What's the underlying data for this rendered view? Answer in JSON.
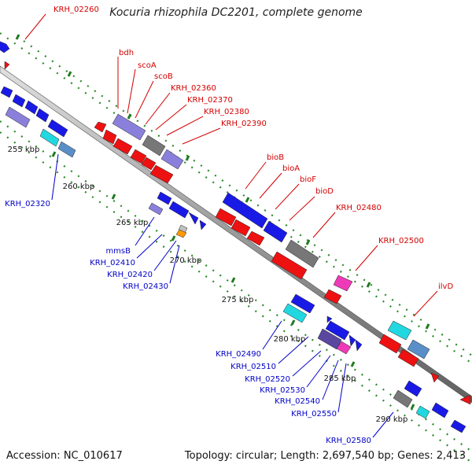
{
  "title": "Kocuria rhizophila DC2201, complete genome",
  "accession": "Accession: NC_010617",
  "topology": "Topology: circular; Length: 2,697,540 bp; Genes: 2,413",
  "colors": {
    "forward_label": "#d40000",
    "reverse_label": "#0000c8",
    "backbone": "#808080",
    "tick": "#2a8a2a",
    "blue": "#1a1ae6",
    "red": "#ee1111",
    "purple": "#8a80dc",
    "gray": "#777777",
    "cyan": "#22d8e0",
    "magenta": "#ee3ab8",
    "steel": "#5a8ec8",
    "orange": "#ff9900"
  },
  "kbp_labels": [
    "255 kbp",
    "260 kbp",
    "265 kbp",
    "270 kbp",
    "275 kbp",
    "280 kbp",
    "285 kbp",
    "290 kbp"
  ],
  "forward_labels": [
    "KRH_02260",
    "bdh",
    "scoA",
    "scoB",
    "KRH_02360",
    "KRH_02370",
    "KRH_02380",
    "KRH_02390",
    "bioB",
    "bioA",
    "bioF",
    "bioD",
    "KRH_02480",
    "KRH_02500",
    "ilvD"
  ],
  "reverse_labels": [
    "KRH_02320",
    "mmsB",
    "KRH_02410",
    "KRH_02420",
    "KRH_02430",
    "KRH_02490",
    "KRH_02510",
    "KRH_02520",
    "KRH_02530",
    "KRH_02540",
    "KRH_02550",
    "KRH_02580"
  ]
}
